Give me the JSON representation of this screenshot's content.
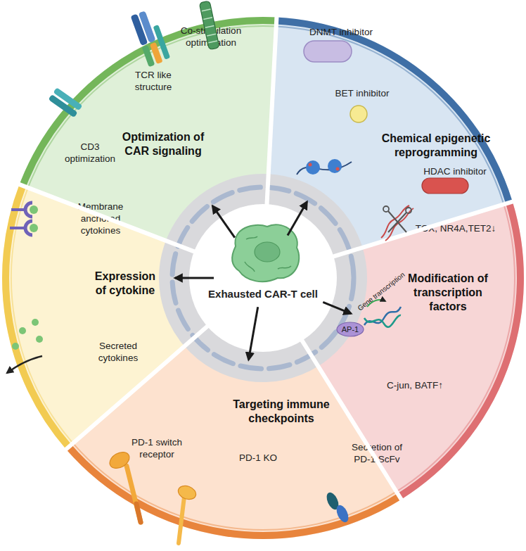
{
  "diagram": {
    "nodes": [
      {
        "text": [
          "Exhausted CAR-T cell"
        ]
      },
      {
        "text": [
          "Optimization of CAR signaling",
          "Co-stimulation optimization",
          "TCR like structure",
          "CD3 optimization"
        ]
      },
      {
        "text": [
          "Chemical epigenetic reprogramming",
          "DNMT inhibitor",
          "BET inhibitor",
          "HDAC inhibitor"
        ]
      },
      {
        "text": [
          "Modification of transcription factors",
          "TOX, NR4A,TET2↓",
          "Gene transcription",
          "C-jun, BATF↑"
        ]
      },
      {
        "text": [
          "AP-1"
        ],
        "in": 3
      },
      {
        "text": [
          "Targeting immune checkpoints",
          "PD-1 switch receptor",
          "PD-1 KO",
          "Secretion of PD-1 ScFv"
        ]
      },
      {
        "text": [
          "Expression of cytokine",
          "Membrane anchored cytokines",
          "Secreted cytokines"
        ]
      }
    ],
    "edges": [
      {
        "from": 0,
        "to": 1,
        "arrow": "to"
      },
      {
        "from": 0,
        "to": 2,
        "arrow": "to"
      },
      {
        "from": 0,
        "to": 3,
        "arrow": "to"
      },
      {
        "from": 0,
        "to": 5,
        "arrow": "to"
      },
      {
        "from": 0,
        "to": 6,
        "arrow": "to"
      }
    ]
  }
}
